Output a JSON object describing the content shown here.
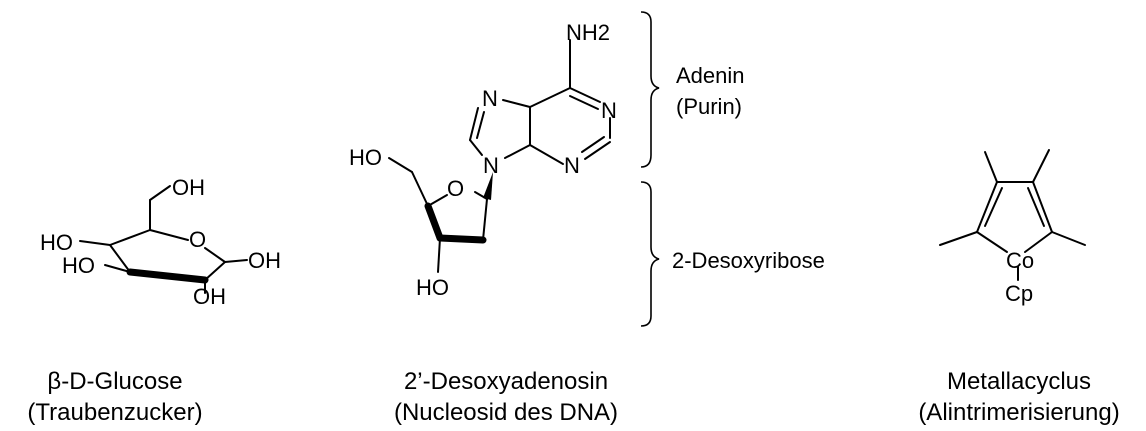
{
  "molecules": [
    {
      "name": "β-D-Glucose",
      "subtitle": "(Traubenzucker)",
      "atoms": {
        "oh_top": "OH",
        "o_ring": "O",
        "ho_1": "HO",
        "ho_2": "HO",
        "oh_right": "OH",
        "oh_bottom": "OH"
      }
    },
    {
      "name": "2’-Desoxyadenosin",
      "subtitle": "(Nucleosid des DNA)",
      "atoms": {
        "nh2": "NH2",
        "n7": "N",
        "n1": "N",
        "n9": "N",
        "n3": "N",
        "o_ring": "O",
        "ho_5": "HO",
        "ho_3": "HO"
      },
      "annotations": {
        "adenin": "Adenin",
        "purin": "(Purin)",
        "desoxyribose": "2-Desoxyribose"
      }
    },
    {
      "name": "Metallacyclus",
      "subtitle": "(Alintrimerisierung)",
      "atoms": {
        "co": "Co",
        "cp": "Cp"
      }
    }
  ]
}
